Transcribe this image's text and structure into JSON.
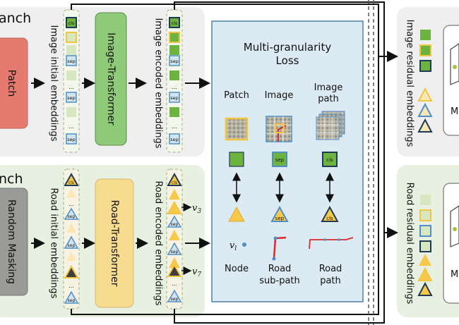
{
  "image_branch": {
    "title_fragment": "anch",
    "input_label": "Patch",
    "initial_embeddings_label": "Image initial embeddings",
    "transformer_label": "Image-Transformer",
    "encoded_embeddings_label": "Image encoded embeddings",
    "residual_embeddings_label": "Image residual embeddings",
    "cls_token": "cls",
    "sep_token": "sep",
    "ellipsis": "...",
    "output_fragment": "M"
  },
  "road_branch": {
    "title_fragment": "nch",
    "input_label": "Random Masking",
    "initial_embeddings_label": "Road initial embeddings",
    "transformer_label": "Road-Transformer",
    "encoded_embeddings_label": "Road encoded embeddings",
    "residual_embeddings_label": "Road residual embeddings",
    "cls_token": "cls",
    "sep_token": "sep",
    "ellipsis": "...",
    "v3_base": "v",
    "v3_sub": "3",
    "v7_base": "v",
    "v7_sub": "7",
    "output_fragment": "M"
  },
  "loss_panel": {
    "title_line1": "Multi-granularity",
    "title_line2": "Loss",
    "top_headers": [
      "Patch",
      "Image",
      "Image",
      "path"
    ],
    "bottom_labels": [
      "Node",
      "Road",
      "sub-path",
      "Road",
      "path"
    ],
    "vl_base": "v",
    "vl_sub": "l",
    "sep_token": "sep",
    "cls_token": "cls"
  },
  "colors": {
    "green_token": "#6db33f",
    "yellow_token": "#f7c94b",
    "blue_border": "#4e8fc8",
    "dark_border": "#1f3a55",
    "patch_box": "#e57a6f",
    "masking_box": "#9a9a98",
    "image_transformer": "#8fca78",
    "road_transformer": "#f7dc8f",
    "loss_panel": "#dceaf3",
    "road_red": "#d82a2a"
  }
}
